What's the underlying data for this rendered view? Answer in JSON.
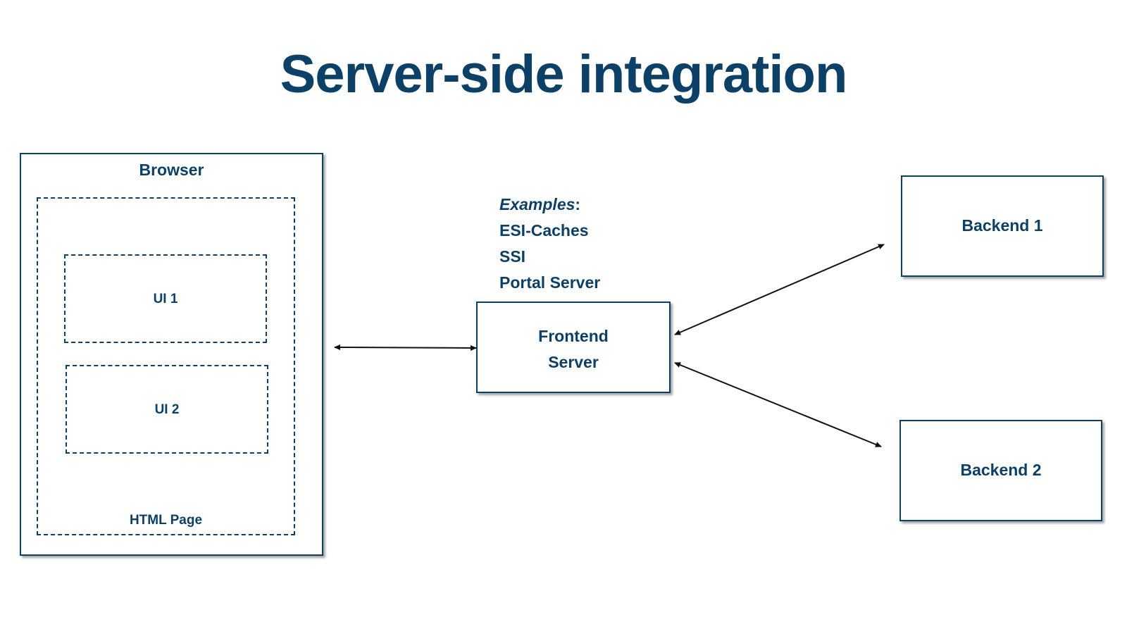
{
  "title": "Server-side integration",
  "browser": {
    "label": "Browser",
    "html_page_label": "HTML Page",
    "ui1_label": "UI 1",
    "ui2_label": "UI 2"
  },
  "frontend": {
    "line1": "Frontend",
    "line2": "Server"
  },
  "examples": {
    "heading": "Examples",
    "heading_suffix": ":",
    "items": [
      "ESI-Caches",
      "SSI",
      "Portal Server"
    ]
  },
  "backends": [
    {
      "label": "Backend 1"
    },
    {
      "label": "Backend 2"
    }
  ],
  "colors": {
    "primary": "#0d4066",
    "arrow": "#111111"
  }
}
